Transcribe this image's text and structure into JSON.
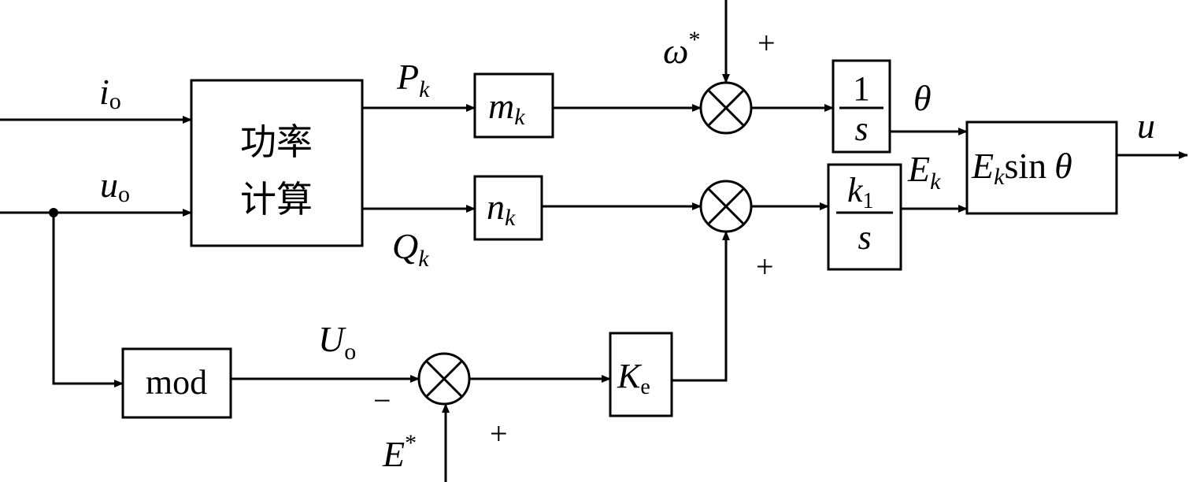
{
  "inputs": {
    "io_main": "i",
    "io_sub": "o",
    "uo_main": "u",
    "uo_sub": "o",
    "omega_main": "ω",
    "omega_sup": "*",
    "E_main": "E",
    "E_sup": "*"
  },
  "blocks": {
    "power_calc_line1": "功率",
    "power_calc_line2": "计算",
    "mk_main": "m",
    "mk_sub": "k",
    "nk_main": "n",
    "nk_sub": "k",
    "integrator1_num": "1",
    "integrator1_den": "s",
    "integrator2_num_main": "k",
    "integrator2_num_sub": "1",
    "integrator2_den": "s",
    "mod": "mod",
    "Ke_main": "K",
    "Ke_sub": "e",
    "output_Ek": "E",
    "output_k": "k",
    "output_sin": "sin",
    "output_theta": "θ"
  },
  "signals": {
    "Pk_main": "P",
    "Pk_sub": "k",
    "Qk_main": "Q",
    "Qk_sub": "k",
    "theta": "θ",
    "Ek_main": "E",
    "Ek_sub": "k",
    "Uo_main": "U",
    "Uo_sub": "o",
    "u_out": "u"
  },
  "signs": {
    "omega_plus": "+",
    "q_plus": "+",
    "mod_minus": "−",
    "E_plus": "+"
  },
  "summing_symbol": "⊗"
}
